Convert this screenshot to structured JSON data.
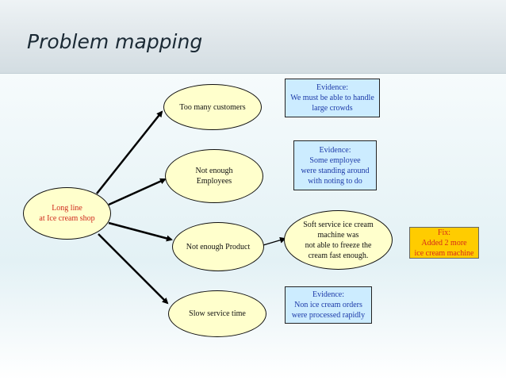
{
  "slide": {
    "title": "Problem mapping"
  },
  "root": {
    "text": "Long line\nat Ice cream shop"
  },
  "causes": [
    {
      "text": "Too many customers"
    },
    {
      "text": "Not enough\nEmployees"
    },
    {
      "text": "Not enough Product"
    },
    {
      "text": "Slow service time"
    }
  ],
  "evidence": [
    {
      "text": "Evidence:\nWe must be able to handle\nlarge crowds"
    },
    {
      "text": "Evidence:\nSome employee\nwere standing around\nwith noting to do"
    },
    {
      "text": "Soft service ice cream\nmachine was\nnot able to freeze the\ncream fast enough."
    },
    {
      "text": "Evidence:\nNon ice cream orders\nwere processed rapidly"
    }
  ],
  "fix": {
    "text": "Fix:\nAdded 2 more\nice cream machine"
  },
  "colors": {
    "ellipse_fill": "#ffffcc",
    "evidence_fill": "#ccecff",
    "fix_fill": "#ffcc00",
    "root_text": "#d02a1d",
    "evidence_text": "#1c3aa8",
    "fix_text": "#d62a1a"
  }
}
